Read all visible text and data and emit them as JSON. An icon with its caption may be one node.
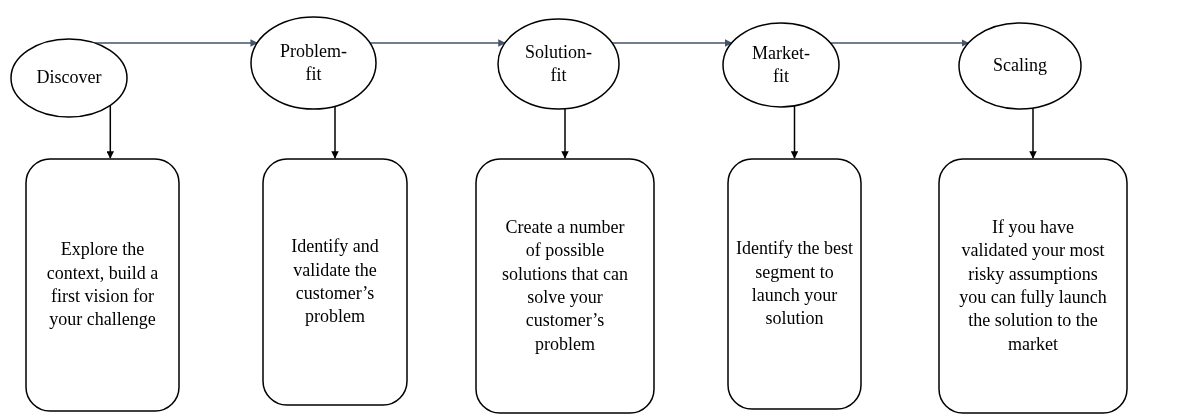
{
  "diagram": {
    "nodes": [
      {
        "text": [
          "Discover"
        ]
      },
      {
        "text": [
          "Problem-fit"
        ]
      },
      {
        "text": [
          "Solution-fit"
        ]
      },
      {
        "text": [
          "Market-fit"
        ]
      },
      {
        "text": [
          "Scaling"
        ]
      },
      {
        "text": [
          "Explore the context, build a first vision for your challenge"
        ]
      },
      {
        "text": [
          "Identify and validate the customer’s problem"
        ]
      },
      {
        "text": [
          "Create a number of possible solutions that can solve your customer’s problem"
        ]
      },
      {
        "text": [
          "Identify the best segment to launch your solution"
        ]
      },
      {
        "text": [
          "If you have validated your most risky assumptions you can fully launch the solution to the market"
        ]
      }
    ],
    "edges": [
      {
        "from": 0,
        "to": 1,
        "arrow": "to",
        "color": "#44546a"
      },
      {
        "from": 1,
        "to": 2,
        "arrow": "to",
        "color": "#44546a"
      },
      {
        "from": 2,
        "to": 3,
        "arrow": "to",
        "color": "#44546a"
      },
      {
        "from": 3,
        "to": 4,
        "arrow": "to",
        "color": "#44546a"
      },
      {
        "from": 0,
        "to": 5,
        "arrow": "to"
      },
      {
        "from": 1,
        "to": 6,
        "arrow": "to"
      },
      {
        "from": 2,
        "to": 7,
        "arrow": "to"
      },
      {
        "from": 3,
        "to": 8,
        "arrow": "to"
      },
      {
        "from": 4,
        "to": 9,
        "arrow": "to"
      }
    ]
  }
}
